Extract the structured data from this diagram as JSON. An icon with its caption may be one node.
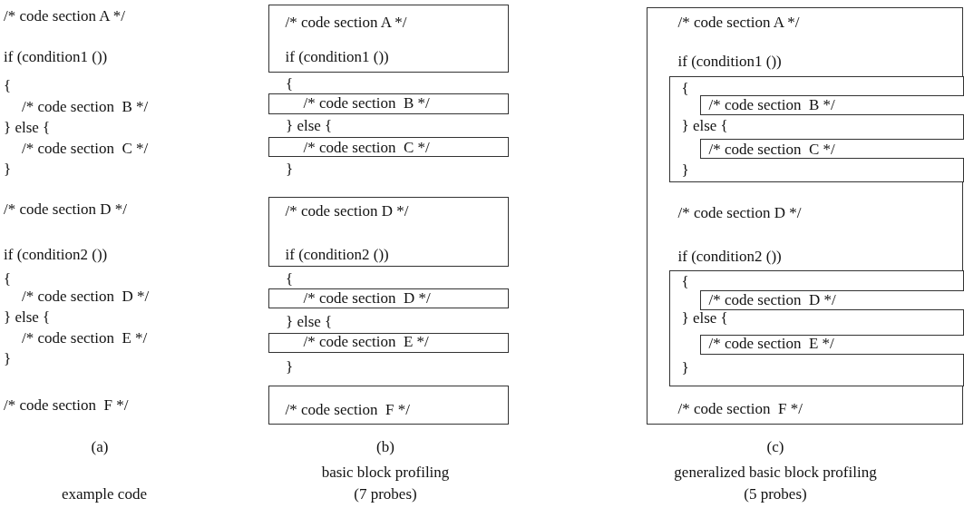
{
  "diagram": {
    "nodes": [
      {
        "text": [
          "/* code section A */",
          "if (condition1 ())"
        ]
      },
      {
        "text": [
          "/* code section  B */"
        ]
      },
      {
        "text": [
          "/* code section  C */"
        ]
      },
      {
        "text": [
          "/* code section D */",
          "if (condition2 ())"
        ]
      },
      {
        "text": [
          "/* code section  D */"
        ]
      },
      {
        "text": [
          "/* code section  E */"
        ]
      },
      {
        "text": [
          "/* code section  F */"
        ]
      },
      {
        "text": [
          "/* code section A */",
          "if (condition1 ())",
          "/* code section D */",
          "if (condition2 ())",
          "/* code section  F */"
        ]
      },
      {
        "text": [
          "{",
          "} else {",
          "}"
        ],
        "in": 7
      },
      {
        "text": [
          "/* code section  B */"
        ],
        "in": 8
      },
      {
        "text": [
          "/* code section  C */"
        ],
        "in": 8
      },
      {
        "text": [
          "{",
          "} else {",
          "}"
        ],
        "in": 7
      },
      {
        "text": [
          "/* code section  D */"
        ],
        "in": 11
      },
      {
        "text": [
          "/* code section  E */"
        ],
        "in": 11
      }
    ],
    "labels": [
      "/* code section A */",
      "if (condition1 ())",
      "{",
      "/* code section  B */",
      "} else {",
      "/* code section  C */",
      "}",
      "/* code section D */",
      "if (condition2 ())",
      "{",
      "/* code section  D */",
      "} else {",
      "/* code section  E */",
      "}",
      "/* code section  F */",
      "{",
      "} else {",
      "}",
      "{",
      "} else {",
      "}",
      "(a)",
      "(b)",
      "(c)",
      "basic block profiling",
      "generalized basic block profiling",
      "example code",
      "(7 probes)",
      "(5 probes)"
    ]
  }
}
